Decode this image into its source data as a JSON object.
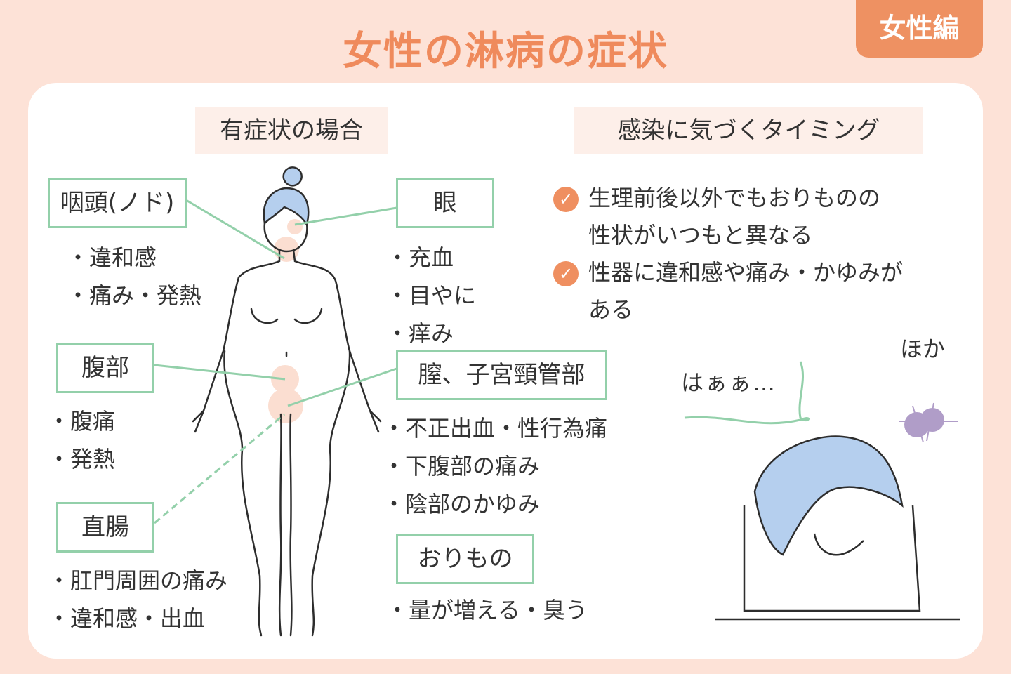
{
  "title": "女性の淋病の症状",
  "badge": "女性編",
  "symptomatic": {
    "heading": "有症状の場合",
    "throat": {
      "label": "咽頭(ノド)",
      "items": [
        "違和感",
        "痛み・発熱"
      ]
    },
    "eye": {
      "label": "眼",
      "items": [
        "充血",
        "目やに",
        "痒み"
      ]
    },
    "abdomen": {
      "label": "腹部",
      "items": [
        "腹痛",
        "発熱"
      ]
    },
    "vagina": {
      "label": "膣、子宮頸管部",
      "items": [
        "不正出血・性行為痛",
        "下腹部の痛み",
        "陰部のかゆみ"
      ]
    },
    "rectum": {
      "label": "直腸",
      "items": [
        "肛門周囲の痛み",
        "違和感・出血"
      ]
    },
    "discharge": {
      "label": "おりもの",
      "items": [
        "量が増える・臭う"
      ]
    }
  },
  "timing": {
    "heading": "感染に気づくタイミング",
    "checks": [
      {
        "lines": [
          "生理前後以外でもおりものの",
          "性状がいつもと異なる"
        ]
      },
      {
        "lines": [
          "性器に違和感や痛み・かゆみが",
          "ある"
        ]
      }
    ],
    "other": "ほか",
    "sigh": "はぁぁ…"
  },
  "colors": {
    "accent": "#ef8a5c",
    "line": "#93d0aa",
    "hair": "#b5cfee",
    "germ": "#b09dc8"
  }
}
